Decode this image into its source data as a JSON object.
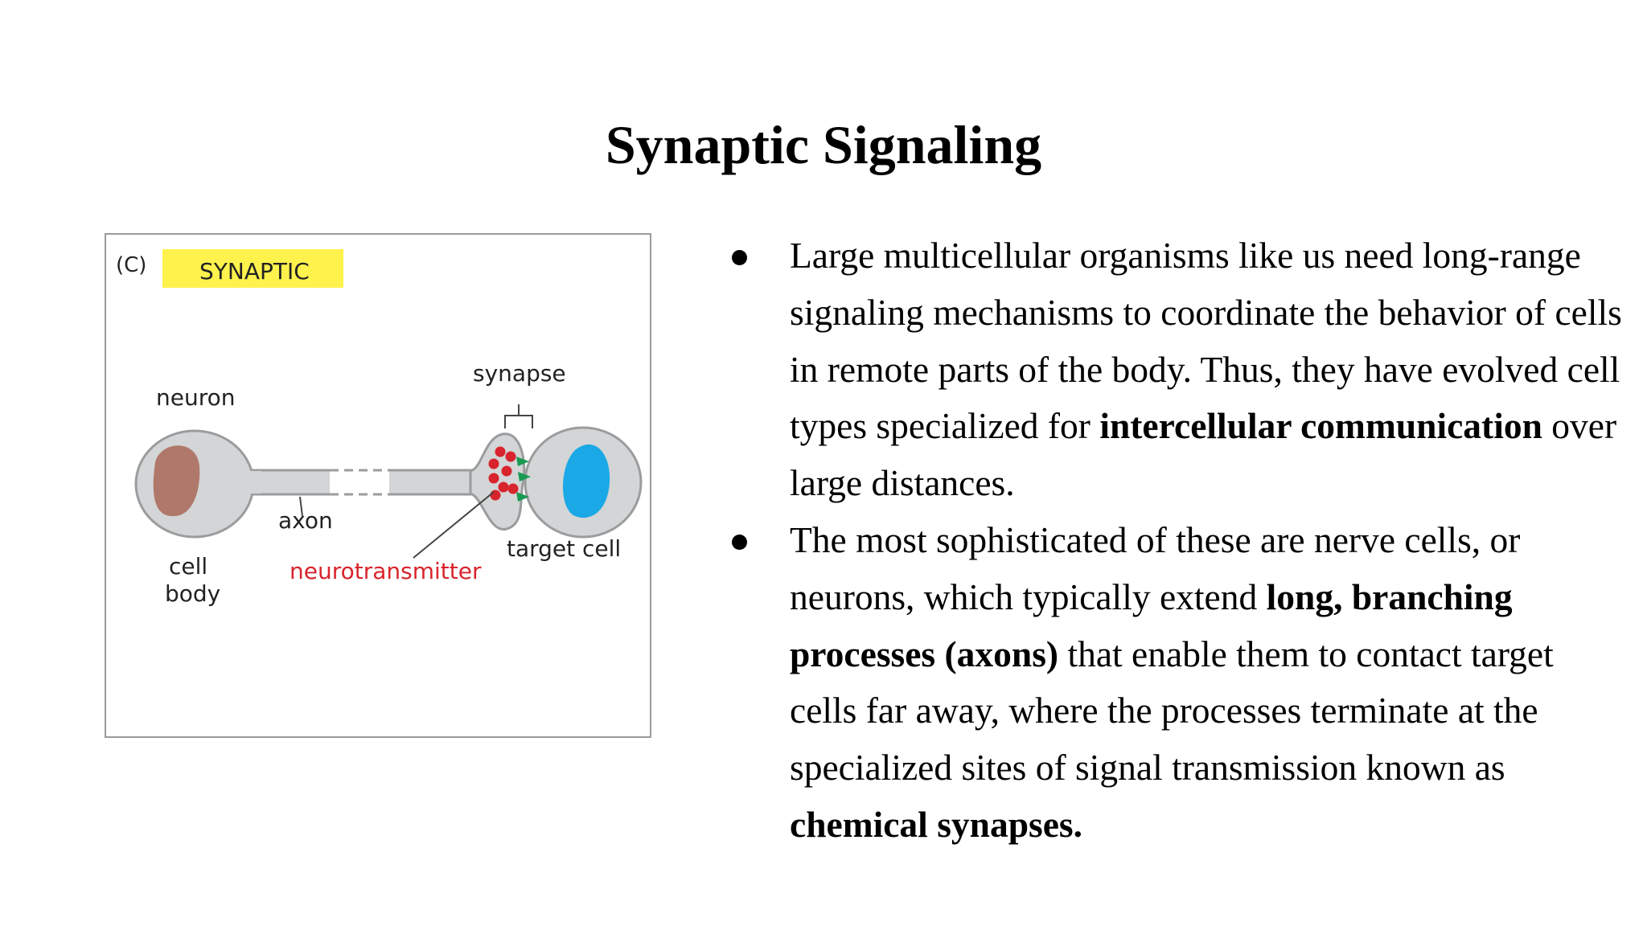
{
  "slide": {
    "title": "Synaptic Signaling"
  },
  "figure": {
    "panel_letter": "(C)",
    "panel_label": "SYNAPTIC",
    "labels": {
      "neuron": "neuron",
      "synapse": "synapse",
      "axon": "axon",
      "cell_line1": "cell",
      "body_line2": "body",
      "neurotransmitter": "neurotransmitter",
      "target_cell": "target cell"
    },
    "colors": {
      "highlight": "#fff24d",
      "cell_fill": "#d3d5d6",
      "nucleus_neuron": "#b0786a",
      "nucleus_target": "#1aa9e6",
      "neurotransmitter_dots": "#d8242c",
      "receptor": "#1a9a52",
      "neurotransmitter_label": "#d8242c"
    }
  },
  "bullets": [
    {
      "parts": [
        {
          "text": "Large multicellular organisms like us need long-range signaling mechanisms to coordinate the behavior of cells in remote parts of the body. Thus, they have evolved cell types specialized for ",
          "bold": false
        },
        {
          "text": "intercellular communication",
          "bold": true
        },
        {
          "text": " over large distances.",
          "bold": false
        }
      ]
    },
    {
      "parts": [
        {
          "text": "The most sophisticated of these are nerve cells, or neurons, which typically extend ",
          "bold": false
        },
        {
          "text": "long, branching processes (axons)",
          "bold": true
        },
        {
          "text": " that enable them to contact target cells far away, where the processes terminate at the specialized sites of signal transmission known as ",
          "bold": false
        },
        {
          "text": "chemical synapses.",
          "bold": true
        }
      ]
    }
  ]
}
